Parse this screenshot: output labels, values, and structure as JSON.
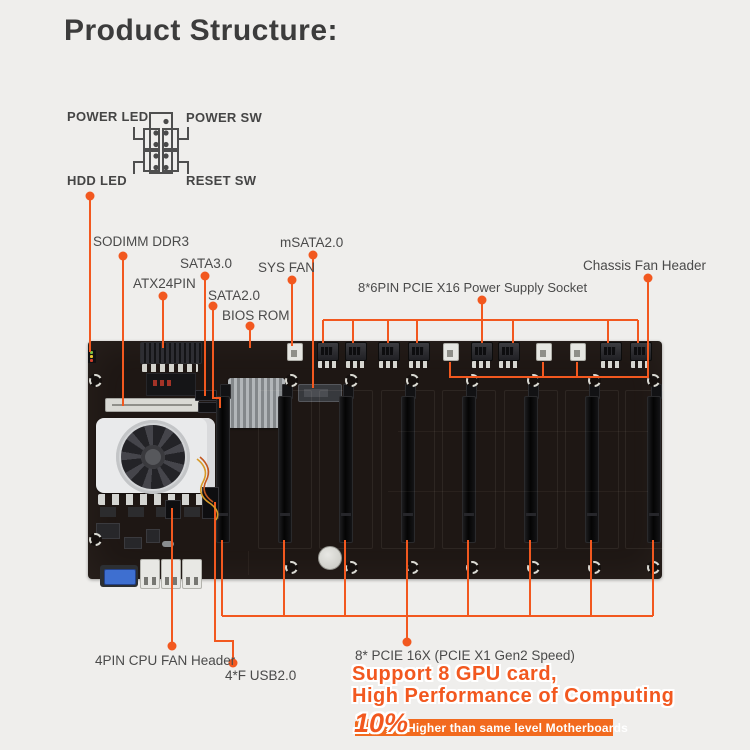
{
  "title": "Product Structure:",
  "colors": {
    "accent_orange": "#f2581f",
    "diagram_gray": "#4f4f4f",
    "label_gray": "#4a4a4a",
    "pcb_dark": "#1e1714",
    "stat_bar_orange": "#f26a1e"
  },
  "front_panel_diagram": {
    "power_led": "POWER LED",
    "power_sw": "POWER SW",
    "hdd_led": "HDD  LED",
    "reset_sw": "RESET SW"
  },
  "board_callouts": {
    "sodimm": "SODIMM DDR3",
    "sata3": "SATA3.0",
    "atx24pin": "ATX24PIN",
    "sata2": "SATA2.0",
    "bios_rom": "BIOS ROM",
    "msata": "mSATA2.0",
    "sys_fan": "SYS FAN",
    "pcie_power": "8*6PIN PCIE X16 Power Supply Socket",
    "chassis_fan": "Chassis Fan Header",
    "cpu_fan": "4PIN CPU FAN Header",
    "front_usb": "4*F USB2.0",
    "pcie_slots": "8* PCIE 16X (PCIE X1 Gen2 Speed)"
  },
  "promo": {
    "line1": "Support 8 GPU card,",
    "line2": "High Performance of Computing",
    "stat": "10%",
    "stat_text": "Higher than same level Motherboards"
  }
}
